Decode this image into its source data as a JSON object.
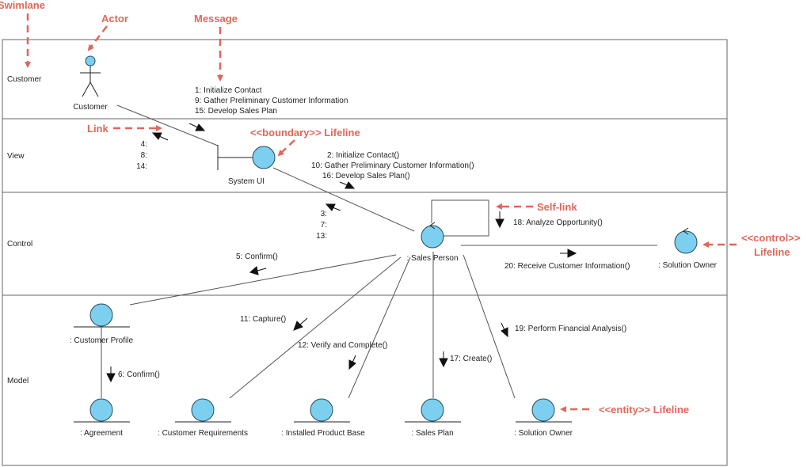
{
  "colors": {
    "accent": "#e0675a",
    "lifeline_fill": "#7ccfef",
    "lifeline_stroke": "#2a4a60",
    "line": "#555555"
  },
  "annotations": {
    "swimlane": "Swimlane",
    "actor": "Actor",
    "message": "Message",
    "link": "Link",
    "boundary_lifeline": "<<boundary>> Lifeline",
    "self_link": "Self-link",
    "control_lifeline_1": "<<control>>",
    "control_lifeline_2": "Lifeline",
    "entity_lifeline": "<<entity>> Lifeline"
  },
  "swimlanes": [
    "Customer",
    "View",
    "Control",
    "Model"
  ],
  "lifelines": {
    "customer_actor": "Customer",
    "system_ui": "System UI",
    "sales_person": ": Sales Person",
    "solution_owner_control": ": Solution Owner",
    "customer_profile": ": Customer Profile",
    "agreement": ": Agreement",
    "customer_requirements": ": Customer Requirements",
    "installed_product_base": ": Installed Product Base",
    "sales_plan": ": Sales Plan",
    "solution_owner_entity": ": Solution Owner"
  },
  "messages": {
    "customer_to_ui": [
      "1: Initialize Contact",
      "9: Gather Preliminary Customer Information",
      "15: Develop Sales Plan"
    ],
    "ui_to_customer": [
      "4:",
      "8:",
      "14:"
    ],
    "ui_to_sales": [
      "2: Initialize Contact()",
      "10: Gather Preliminary Customer Information()",
      "16: Develop Sales Plan()"
    ],
    "sales_to_ui": [
      "3:",
      "7:",
      "13:"
    ],
    "self": "18: Analyze Opportunity()",
    "confirm_5": "5: Confirm()",
    "receive": "20: Receive Customer Information()",
    "capture": "11: Capture()",
    "verify": "12: Verify and Complete()",
    "financial": "19: Perform Financial Analysis()",
    "create": "17: Create()",
    "confirm_6": "6: Confirm()"
  }
}
